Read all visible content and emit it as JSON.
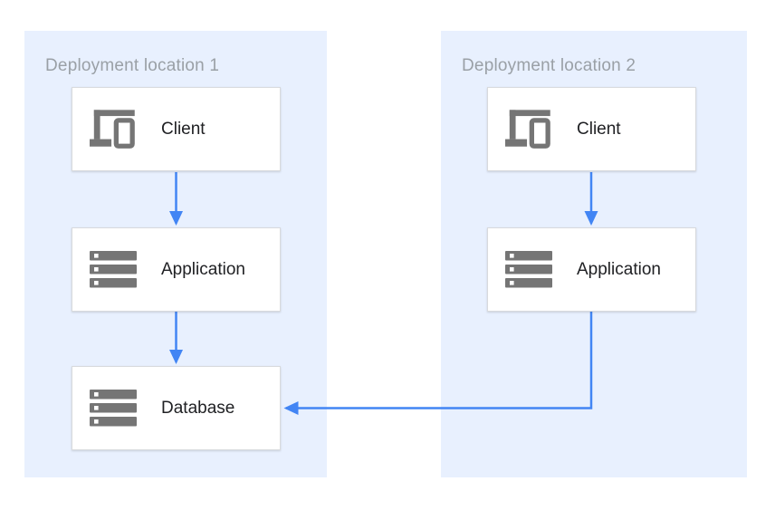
{
  "diagram": {
    "zones": [
      {
        "label": "Deployment location 1",
        "nodes": [
          {
            "label": "Client",
            "icon": "client-devices-icon"
          },
          {
            "label": "Application",
            "icon": "server-stack-icon"
          },
          {
            "label": "Database",
            "icon": "server-stack-icon"
          }
        ]
      },
      {
        "label": "Deployment location 2",
        "nodes": [
          {
            "label": "Client",
            "icon": "client-devices-icon"
          },
          {
            "label": "Application",
            "icon": "server-stack-icon"
          }
        ]
      }
    ],
    "edges": [
      {
        "from": "client-1",
        "to": "application-1"
      },
      {
        "from": "application-1",
        "to": "database-1"
      },
      {
        "from": "client-2",
        "to": "application-2"
      },
      {
        "from": "application-2",
        "to": "database-1"
      }
    ],
    "colors": {
      "background": "#ffffff",
      "zone_fill": "#e8f0fe",
      "arrow": "#4285f4",
      "icon_gray": "#757575",
      "node_border": "#d8dadd",
      "zone_label": "#9aa0a6",
      "node_label": "#202124"
    }
  }
}
